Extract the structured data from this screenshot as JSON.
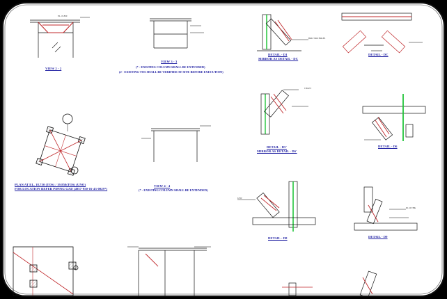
{
  "sheet": {
    "view_2_2": "VIEW 2 - 2",
    "view_3_3": "VIEW 3 - 3",
    "view_3_3_note1": "(* - EXISTING COLUMN SHALL BE EXTENDED)",
    "view_3_3_note2": "(# - EXISTING TOS SHALL BE VERIFIED AT SITE BEFORE EXECUTION)",
    "detail_d1": "DETAIL - D1",
    "mirror_dc": "MIRROR AS DETAIL - DC",
    "detail_dc": "DETAIL - DC",
    "detail_d5": "DETAIL - D5'",
    "mirror_d6": "MIRROR AS DETAIL - D6'",
    "detail_d6": "DETAIL - D6",
    "plan_label": "PLAN AT EL. 18.750 (TOS) / 19.850(TOS) (UNO)",
    "plan_sub": "FOR LOCATION REFER PIPING GAD (4957-950-16-43-0029*)",
    "view_4_4": "VIEW 4 - 4",
    "view_4_4_note": "(* - EXISTING COLUMN SHALL BE EXTENDED)",
    "detail_d8": "DETAIL - D8",
    "detail_d9": "DETAIL - D9",
    "tag_top": "T/ELEV",
    "tag_el": "EL. 19.850",
    "tag_bolt": "BOLT M16 HOLES",
    "tag_plate": "PL 10 THK",
    "tag_weld": "6 FW"
  },
  "colors": {
    "background": "#000000",
    "sheet": "#ffffff",
    "ink": "#111111",
    "member_red": "#c0282b",
    "label_blue": "#1a1aa0",
    "column_green": "#22c43a",
    "hatch_grey": "#9a9a9a"
  }
}
